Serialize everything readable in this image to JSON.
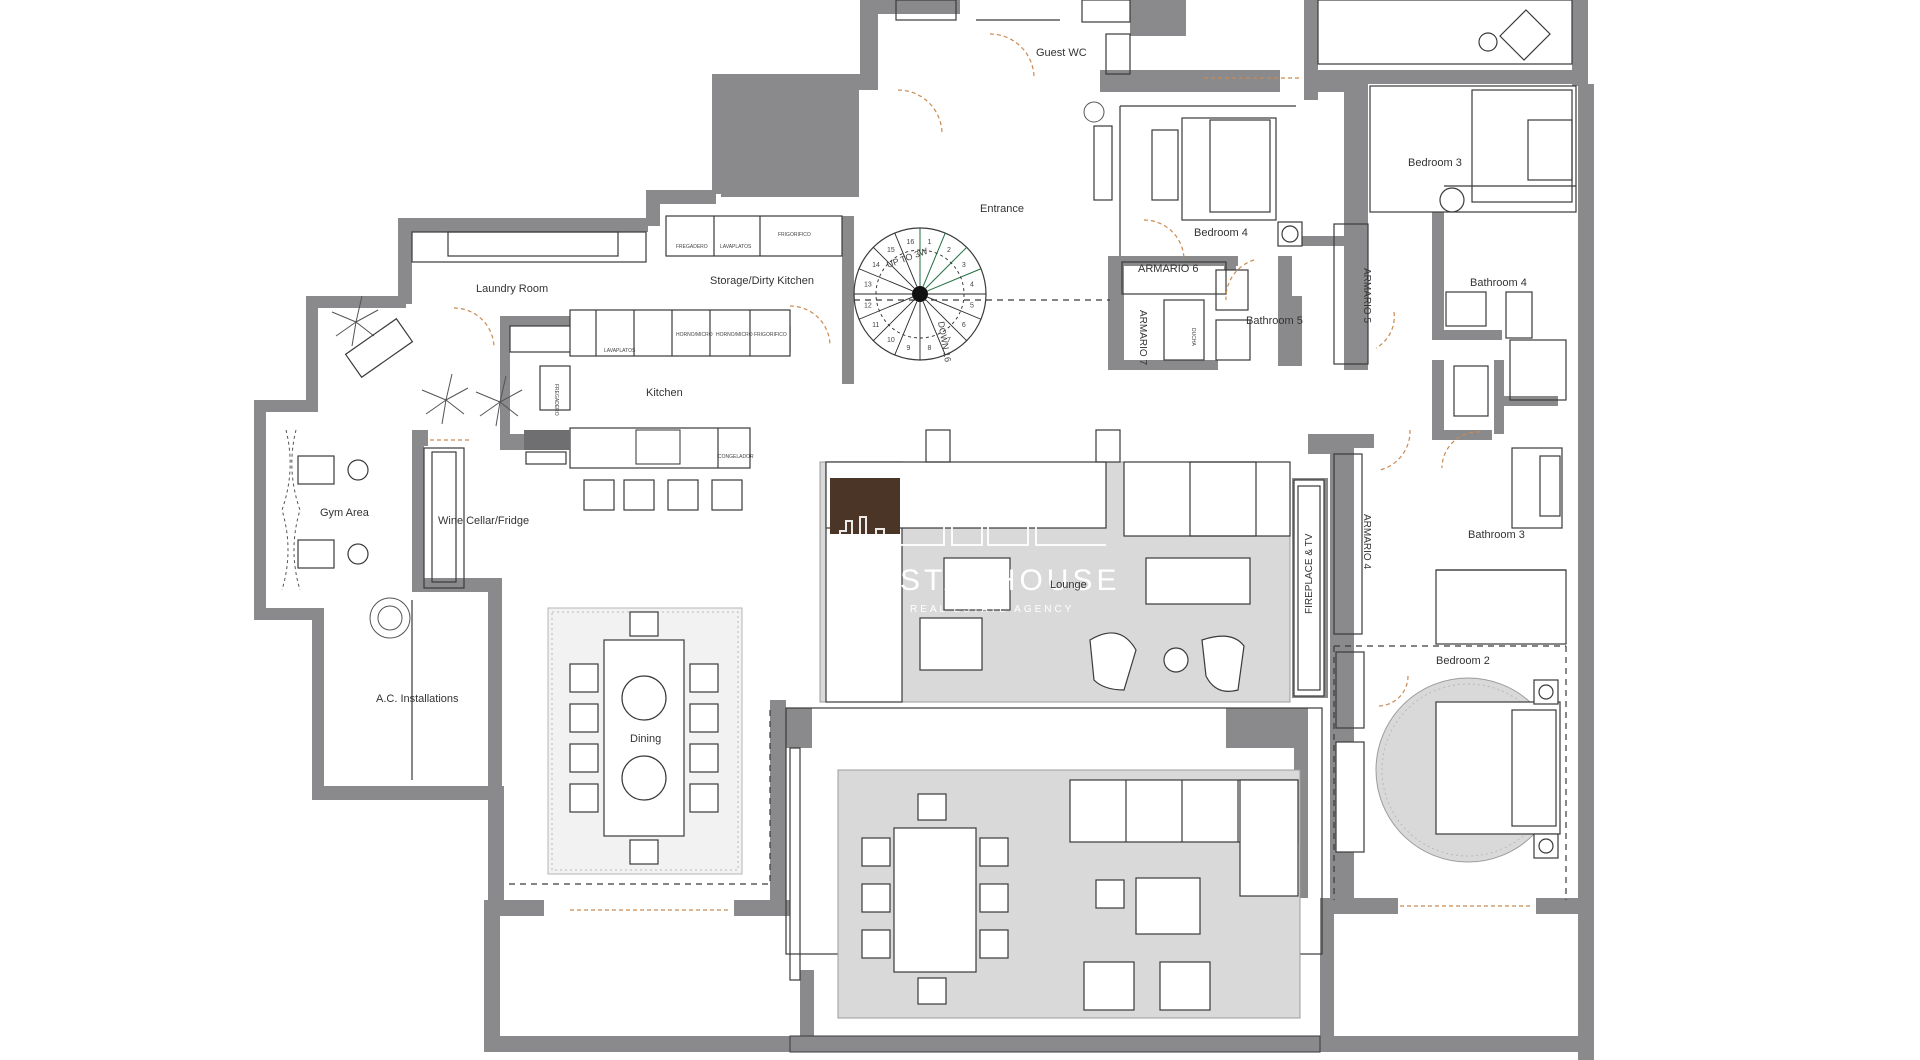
{
  "rooms": {
    "guest_wc": "Guest WC",
    "entrance": "Entrance",
    "bedroom_4": "Bedroom 4",
    "bedroom_3": "Bedroom 3",
    "bedroom_2": "Bedroom 2",
    "bathroom_3": "Bathroom 3",
    "bathroom_4": "Bathroom 4",
    "bathroom_5": "Bathroom 5",
    "armario_4": "ARMARIO 4",
    "armario_5": "ARMARIO 5",
    "armario_6": "ARMARIO 6",
    "armario_7": "ARMARIO 7",
    "laundry_room": "Laundry Room",
    "storage_dirty_kitchen": "Storage/Dirty Kitchen",
    "kitchen": "Kitchen",
    "gym_area": "Gym Area",
    "wine_cellar": "Wine Cellar/Fridge",
    "ac_installations": "A.C. Installations",
    "dining": "Dining",
    "lounge": "Lounge",
    "fireplace_tv": "FIREPLACE & TV"
  },
  "stair": {
    "down_label": "DOWN 16",
    "up_label": "UP TO 3W",
    "step_numbers": [
      "1",
      "2",
      "3",
      "4",
      "5",
      "6",
      "7",
      "8",
      "9",
      "10",
      "11",
      "12",
      "13",
      "14",
      "15",
      "16"
    ]
  },
  "appliances": {
    "fregadero": "FREGADERO",
    "lavaplatos": "LAVAPLATOS",
    "frigorifico": "FRIGORIFICO",
    "hornomicro": "HORNO/MICRO",
    "congelador": "CONGELADOR",
    "ducha": "DUCHA"
  },
  "watermark": {
    "main": "STARHOUSE",
    "sub": "REAL ESTATE AGENCY"
  },
  "colors": {
    "wall": "#8a8a8d",
    "rug": "#d9d9d9",
    "door_swing": "#c98a52",
    "logo_accent": "#4a3526"
  }
}
